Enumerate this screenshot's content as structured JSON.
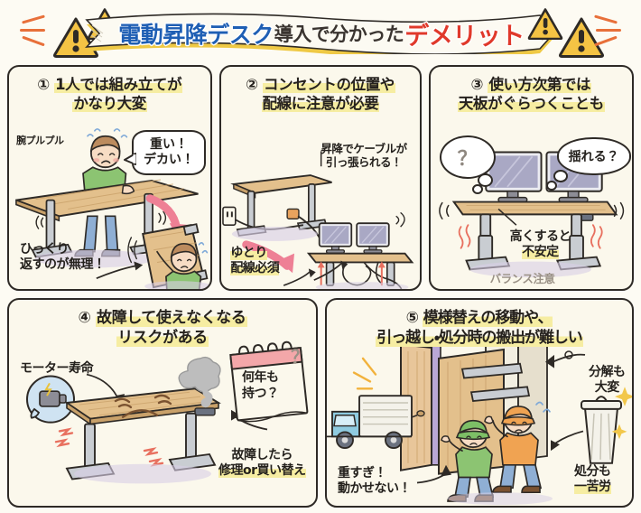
{
  "header": {
    "title_blue": "電動昇降デスク",
    "title_dark": "導入で分かった",
    "title_red": "デメリット",
    "icons": [
      "warning-triangle",
      "warning-triangle",
      "warning-triangle",
      "warning-triangle"
    ],
    "ribbon_color": "#FCFAF2",
    "ribbon_shadow_color": "#EFC945",
    "triangle_color": "#F4C344",
    "spark_color": "#E8703A"
  },
  "cards": [
    {
      "number": "①",
      "title_line1": "1人では組み立てが",
      "title_line2": "かなり大変",
      "labels": {
        "arm": "腕プルプル",
        "flip1": "ひっくり",
        "flip2": "返すのが無理！"
      },
      "bubble": {
        "line1": "重い！",
        "line2": "デカい！"
      }
    },
    {
      "number": "②",
      "title_line1": "コンセントの位置や",
      "title_line2": "配線に注意が必要",
      "labels": {
        "cable1": "昇降でケーブルが",
        "cable2": "引っ張られる！",
        "slack1": "ゆとり",
        "slack2": "配線必須"
      }
    },
    {
      "number": "③",
      "title_line1": "使い方次第では",
      "title_line2": "天板がぐらつくことも",
      "labels": {
        "high1": "高くすると",
        "high2": "不安定",
        "balance": "バランス注意"
      },
      "thought_question": "？",
      "thought_shake": "揺れる？"
    },
    {
      "number": "④",
      "title_line1": "故障して使えなくなる",
      "title_line2": "リスクがある",
      "labels": {
        "motor": "モーター寿命",
        "broken1": "故障したら",
        "broken2": "修理or買い替え"
      },
      "calendar": {
        "line1": "何年も",
        "line2": "持つ？",
        "mark": "？"
      }
    },
    {
      "number": "⑤",
      "title_line1": "模様替えの移動や、",
      "title_line2": "引っ越し・処分時の搬出が難しい",
      "labels": {
        "disassemble1": "分解も",
        "disassemble2": "大変",
        "heavy1": "重すぎ！",
        "heavy2": "動かせない！",
        "dispose1": "処分も",
        "dispose2": "一苦労"
      }
    }
  ],
  "palette": {
    "page_background": "#FDFBF3",
    "card_background": "#FBF8EC",
    "card_border": "#2E2A26",
    "highlight": "#F6EDA2",
    "desk_wood": "#E3C08C",
    "desk_wood_dark": "#C9A16A",
    "metal_leg": "#B9BCC0",
    "shadow_purple": "#D9CFE6",
    "arrow_pink": "#EE8095",
    "shirt_green": "#8CC472",
    "shirt_orange": "#F0A352",
    "jeans_blue": "#8FAFD4",
    "monitor_screen": "#A9A8C4",
    "truck_blue": "#8FCBE0",
    "skin": "#F7DCC4"
  }
}
